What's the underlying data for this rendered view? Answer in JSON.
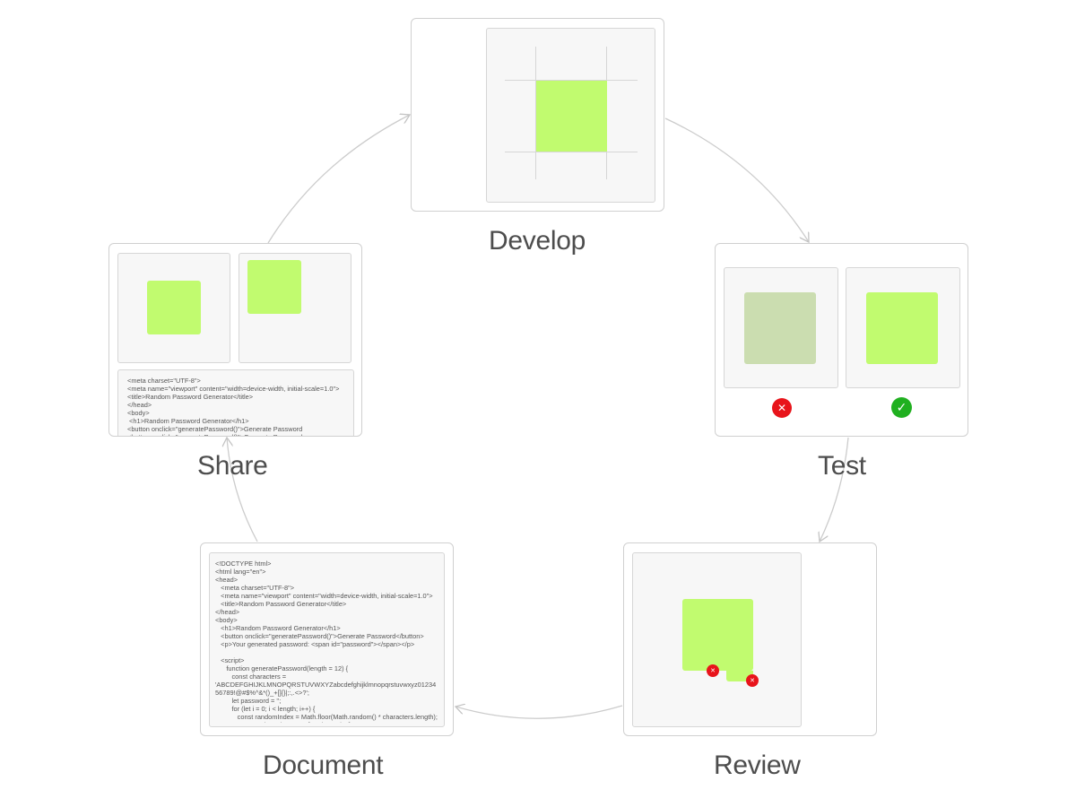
{
  "steps": {
    "develop": {
      "label": "Develop"
    },
    "test": {
      "label": "Test"
    },
    "review": {
      "label": "Review"
    },
    "document": {
      "label": "Document"
    },
    "share": {
      "label": "Share"
    }
  },
  "document_code": "<!DOCTYPE html>\n<html lang=\"en\">\n<head>\n   <meta charset=\"UTF-8\">\n   <meta name=\"viewport\" content=\"width=device-width, initial-scale=1.0\">\n   <title>Random Password Generator</title>\n</head>\n<body>\n   <h1>Random Password Generator</h1>\n   <button onclick=\"generatePassword()\">Generate Password</button>\n   <p>Your generated password: <span id=\"password\"></span></p>\n\n   <script>\n      function generatePassword(length = 12) {\n         const characters =\n'ABCDEFGHIJKLMNOPQRSTUVWXYZabcdefghijklmnopqrstuvwxyz01234\n56789!@#$%^&*()_+[]{}|;:,.<>?';\n         let password = '';\n         for (let i = 0; i < length; i++) {\n            const randomIndex = Math.floor(Math.random() * characters.length);\n            password += characters[randomIndex];",
  "share_code": "<meta charset=\"UTF-8\">\n<meta name=\"viewport\" content=\"width=device-width, initial-scale=1.0\">\n<title>Random Password Generator</title>\n</head>\n<body>\n <h1>Random Password Generator</h1>\n<button onclick=\"generatePassword()\">Generate Password\n<button onclick=\"generatePassword()\">Generate Password",
  "icons": {
    "fail": "x-icon",
    "pass": "check-icon"
  },
  "colors": {
    "accent_green": "#c1fb6f",
    "faded_green": "#cbddb0",
    "fail_red": "#e8141b",
    "pass_green": "#20b020",
    "border": "#d0d0d0",
    "panel_bg": "#f7f7f7"
  }
}
